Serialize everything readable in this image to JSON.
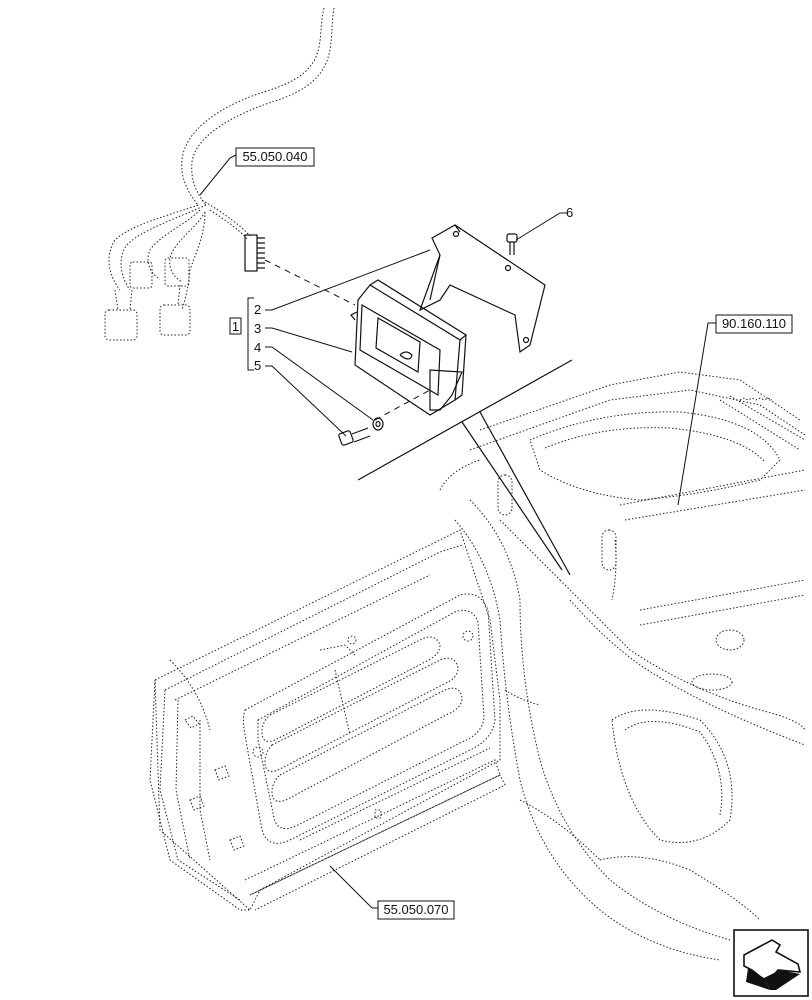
{
  "references": {
    "harness": "55.050.040",
    "cab": "90.160.110",
    "lower_panel": "55.050.070"
  },
  "group_number": "1",
  "part_numbers": [
    "2",
    "3",
    "4",
    "5",
    "6"
  ],
  "icons": {
    "nav": "next-page-arrow-icon"
  }
}
